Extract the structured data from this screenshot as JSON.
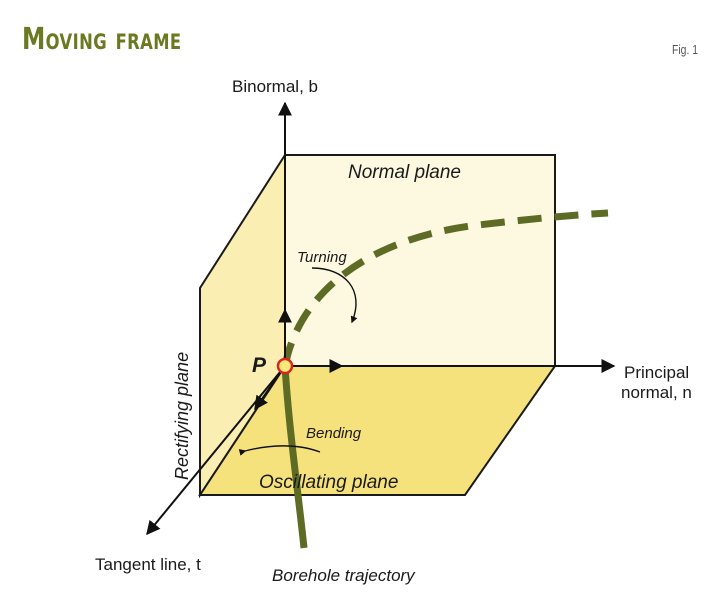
{
  "title": "Moving frame",
  "fig_number": "Fig. 1",
  "labels": {
    "binormal": "Binormal, b",
    "principal_normal_line1": "Principal",
    "principal_normal_line2": "normal, n",
    "tangent": "Tangent line, t",
    "normal_plane": "Normal plane",
    "rectifying_plane": "Rectifying plane",
    "oscillating_plane": "Oscillating plane",
    "turning": "Turning",
    "bending": "Bending",
    "point": "P",
    "borehole": "Borehole trajectory"
  },
  "colors": {
    "title": "#6b7a22",
    "trajectory": "#5d6b25",
    "normal_plane_fill": "#fdf8e0",
    "rectifying_plane_fill": "#faeeb2",
    "oscillating_plane_fill": "#f6e27c",
    "point_fill": "#f7e87a",
    "point_stroke": "#d8261c"
  }
}
